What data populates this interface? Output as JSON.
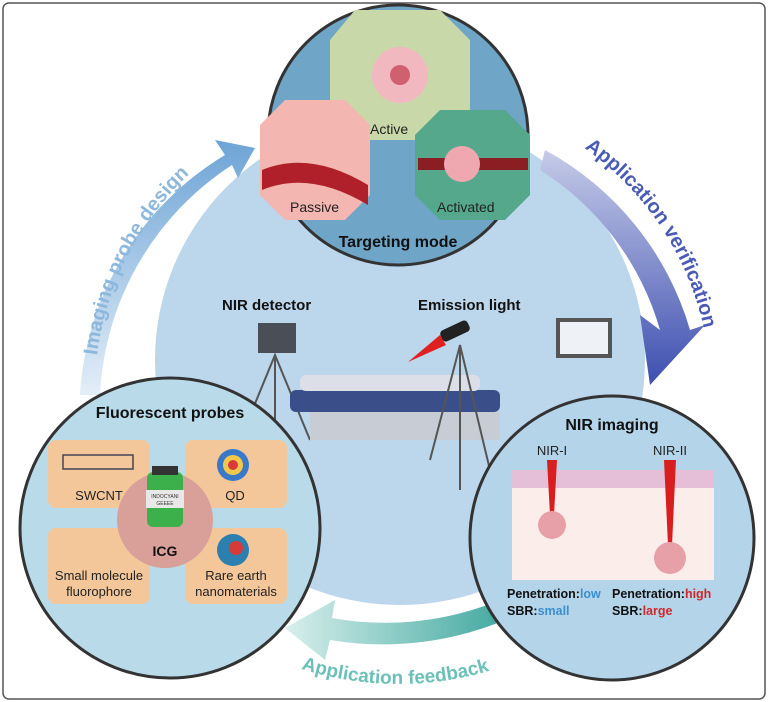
{
  "cycle": {
    "left_arrow": "Imaging probe design",
    "right_arrow": "Application verification",
    "bottom_arrow": "Application feedback"
  },
  "targeting": {
    "title": "Targeting mode",
    "active": "Active",
    "passive": "Passive",
    "activated": "Activated"
  },
  "center": {
    "detector": "NIR detector",
    "emission": "Emission light"
  },
  "probes": {
    "title": "Fluorescent probes",
    "swcnt": "SWCNT",
    "qd": "QD",
    "icg": "ICG",
    "small1": "Small molecule",
    "small2": "fluorophore",
    "rare1": "Rare earth",
    "rare2": "nanomaterials",
    "vial_label1": "INDOCYANI",
    "vial_label2": "GEEEE"
  },
  "imaging": {
    "title": "NIR imaging",
    "nir1": "NIR-I",
    "nir2": "NIR-II",
    "pen_label": "Penetration:",
    "pen_low": "low",
    "pen_high": "high",
    "sbr_label": "SBR:",
    "sbr_small": "small",
    "sbr_large": "large"
  },
  "colors": {
    "low": "#3a8fd0",
    "high": "#d0282a",
    "arrow_left": "#8db8dc",
    "arrow_right": "#4a5bb5",
    "arrow_bottom": "#6cc0b8"
  }
}
